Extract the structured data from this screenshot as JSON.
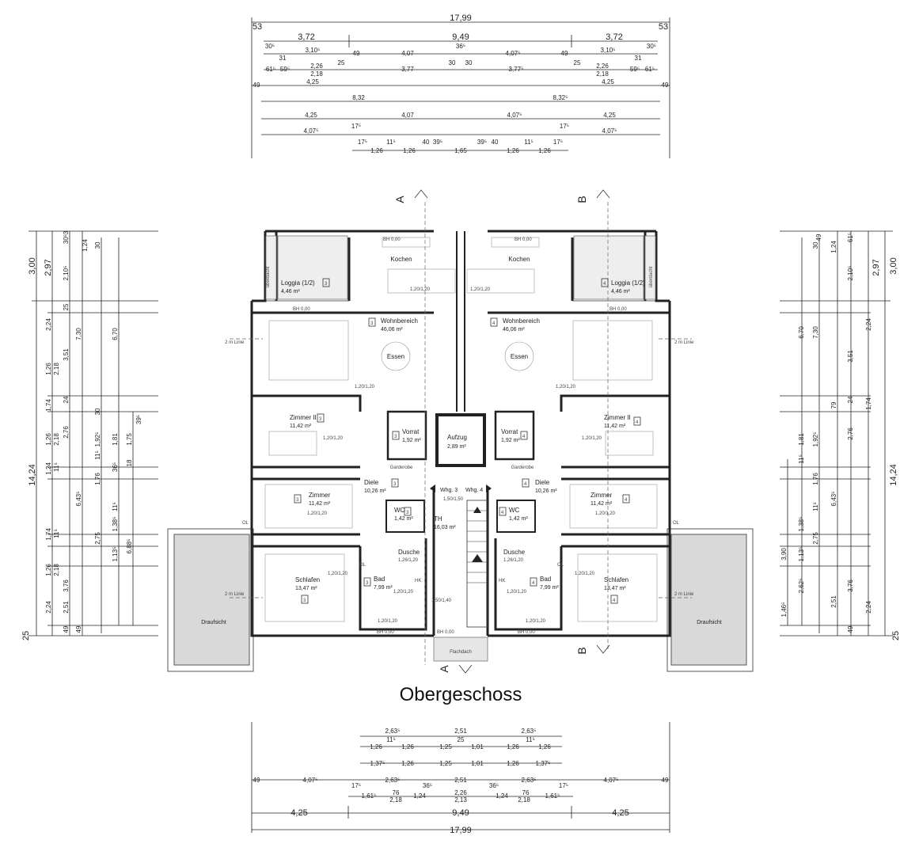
{
  "title": "Obergeschoss",
  "top_dims": {
    "overall": "17,99",
    "edge_left": "53",
    "edge_right": "53",
    "row1": [
      "3,72",
      "9,49",
      "3,72"
    ],
    "row2": [
      "30⁵",
      "36⁵",
      "30⁵"
    ],
    "row3": [
      "31",
      "3,10⁵",
      "49",
      "4,07",
      "4,07⁵",
      "49",
      "3,10⁵",
      "31"
    ],
    "row4": [
      "61⁵",
      "59⁵",
      "2,26",
      "25",
      "30",
      "30",
      "25",
      "2,26",
      "59⁵",
      "61⁵"
    ],
    "row5": [
      "2,18",
      "3,77",
      "3,77⁵",
      "2,18"
    ],
    "row6": [
      "49",
      "4,25",
      "4,25",
      "49"
    ],
    "row7": [
      "8,32",
      "8,32⁵"
    ],
    "row8": [
      "4,25",
      "4,07",
      "4,07⁵",
      "4,25"
    ],
    "row9": [
      "17⁵",
      "17⁵",
      "4,07⁵",
      "4,07⁵"
    ],
    "row10": [
      "17⁵",
      "11⁵",
      "40",
      "39⁵",
      "39⁵",
      "40",
      "11⁵",
      "17⁵"
    ],
    "row11": [
      "1,26",
      "1,26",
      "1,65",
      "1,26",
      "1,26"
    ]
  },
  "bottom_dims": {
    "overall": "17,99",
    "row1": [
      "2,63⁵",
      "2,51",
      "2,63⁵"
    ],
    "row2": [
      "11⁵",
      "25",
      "11⁵"
    ],
    "row3": [
      "1,26",
      "1,26",
      "1,25",
      "1,01",
      "1,26",
      "1,26"
    ],
    "row4": [
      "1,37⁵",
      "1,26",
      "1,25",
      "1,01",
      "1,26",
      "1,37⁵"
    ],
    "row5": [
      "49",
      "4,07⁵",
      "17⁵",
      "2,63⁵",
      "36⁵",
      "2,51",
      "36⁵",
      "2,63⁵",
      "17⁵",
      "4,07⁵",
      "49"
    ],
    "row6": [
      "1,61⁵",
      "76",
      "2,26",
      "76",
      "1,61⁵"
    ],
    "row7": [
      "2,18",
      "1,24",
      "2,13",
      "1,24",
      "2,18"
    ],
    "row8": [
      "4,25",
      "9,49",
      "4,25"
    ],
    "row9": [
      "17,99"
    ]
  },
  "left_dims": {
    "overall": "14,24",
    "top": "3,00",
    "sub": "2,97",
    "edge": "25",
    "col1": [
      "3",
      "30⁵",
      "1,24",
      "2,10⁵",
      "25",
      "2,24",
      "3,51",
      "24",
      "1,26",
      "2,18",
      "1,74",
      "2,76",
      "1,26",
      "2,18",
      "1,24",
      "11⁵",
      "1,74",
      "11⁵",
      "1,26",
      "2,18",
      "3,76",
      "2,24",
      "2,51",
      "49"
    ],
    "col2": [
      "30",
      "7,30",
      "6,70",
      "30",
      "1,81",
      "39⁵",
      "1,75",
      "1,92⁵",
      "11⁵",
      "1,76",
      "36⁵",
      "18",
      "6,43⁵",
      "11⁵",
      "1,38⁵",
      "2,75",
      "1,13⁵",
      "6,88⁵",
      "49"
    ]
  },
  "right_dims": {
    "overall": "14,24",
    "top": "3,00",
    "sub": "2,97",
    "edge": "25",
    "col1": [
      "49",
      "61⁵",
      "1,24",
      "2,10⁵",
      "30",
      "6,70",
      "7,30",
      "2,24",
      "3,51",
      "24",
      "1,74",
      "79",
      "1,81",
      "1,92⁵",
      "2,76",
      "11⁵",
      "3,90",
      "1,76",
      "6,43⁵",
      "11⁵",
      "1,38⁵",
      "2,75",
      "1,13⁵",
      "2,62⁵",
      "1,46⁵",
      "2,51",
      "3,76",
      "2,24",
      "49"
    ]
  },
  "section_marks": {
    "A": "A",
    "B": "B"
  },
  "labels": {
    "two_m_linie": "2 m Linie",
    "draufsicht": "Draufsicht",
    "flachdach": "Flachdach",
    "garderobe": "Garderobe",
    "ueberdacht": "überdacht",
    "bh_000": "BH 0,00",
    "ol": "OL",
    "hk": "HK",
    "window_120": "1,20/1,20",
    "window_150": "1,50/1,50",
    "window_126": "1,26/1,20",
    "window_140": "1,50/1,40"
  },
  "units": {
    "left": "3",
    "right": "4",
    "whg_left": "Whg. 3",
    "whg_right": "Whg. 4"
  },
  "rooms": {
    "kochen": "Kochen",
    "loggia": "Loggia (1/2)",
    "loggia_area": "4,46 m²",
    "wohnbereich": "Wohnbereich",
    "wohnbereich_area": "46,06 m²",
    "essen": "Essen",
    "zimmer2": "Zimmer II",
    "zimmer2_area": "11,42 m²",
    "vorrat": "Vorrat",
    "vorrat_area": "1,92 m²",
    "aufzug": "Aufzug",
    "aufzug_area": "2,89 m²",
    "diele": "Diele",
    "diele_area": "10,26 m²",
    "zimmer": "Zimmer",
    "zimmer_area": "11,42 m²",
    "wc": "WC",
    "wc_area": "1,42 m²",
    "th": "TH",
    "th_area": "16,03 m²",
    "dusche": "Dusche",
    "bad": "Bad",
    "bad_area": "7,99 m²",
    "schlafen": "Schlafen",
    "schlafen_area": "13,47 m²"
  }
}
